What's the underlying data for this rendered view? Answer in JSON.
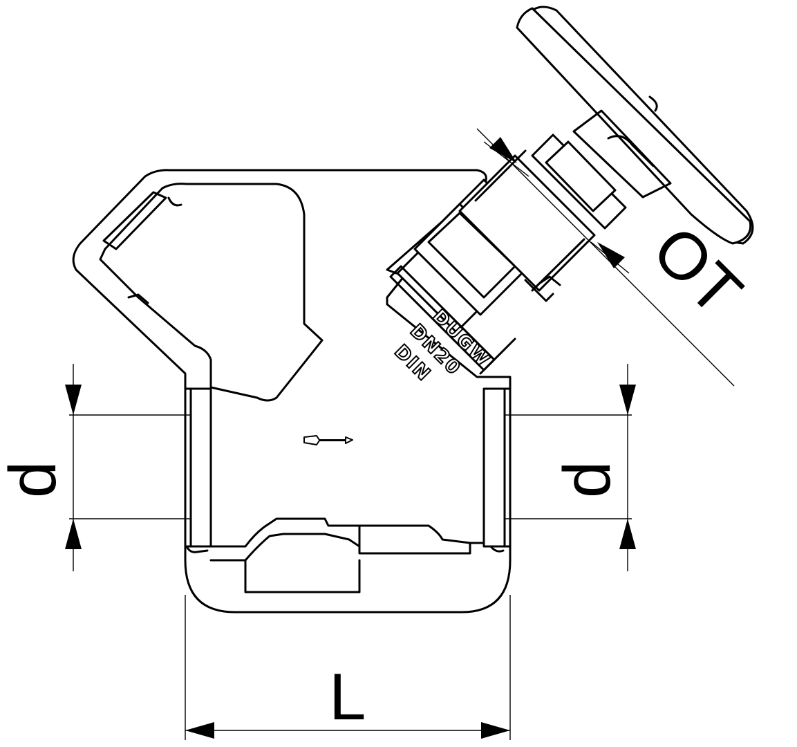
{
  "dimensions": {
    "length_label": "L",
    "inlet_diameter_label": "d",
    "outlet_diameter_label": "d",
    "handwheel_height_label": "OT"
  },
  "body_markings": {
    "line1": "DUGW",
    "line2": "DN20",
    "line3": "DIN"
  }
}
